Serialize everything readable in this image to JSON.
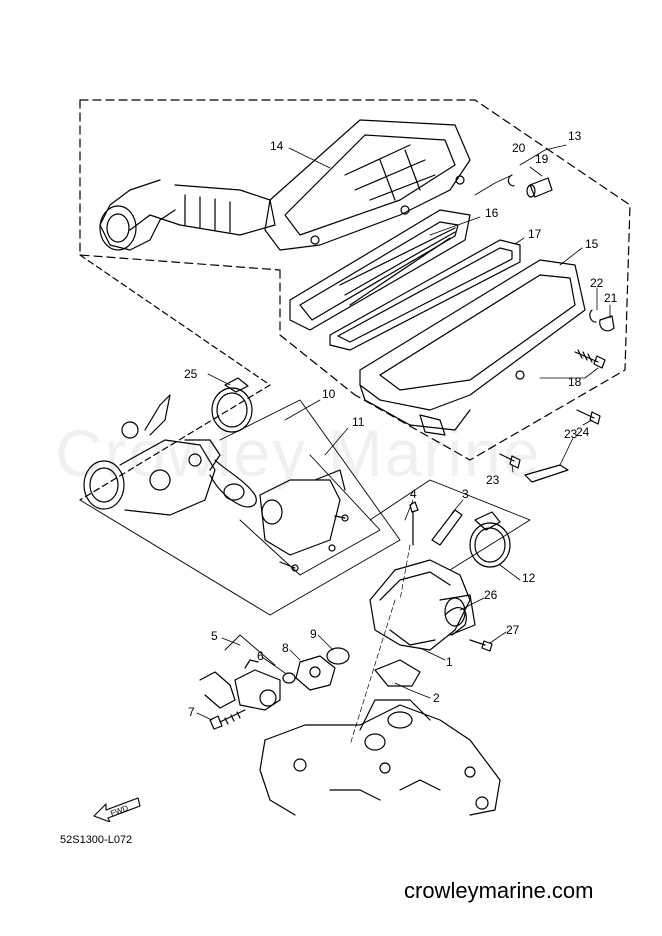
{
  "watermark": "Crowley Marine",
  "drawing_code": "52S1300-L072",
  "site": "crowleymarine.com",
  "fwd_label": "FWD",
  "callouts": [
    {
      "id": "1",
      "label": "1"
    },
    {
      "id": "2",
      "label": "2"
    },
    {
      "id": "3",
      "label": "3"
    },
    {
      "id": "4",
      "label": "4"
    },
    {
      "id": "5",
      "label": "5"
    },
    {
      "id": "6",
      "label": "6"
    },
    {
      "id": "7",
      "label": "7"
    },
    {
      "id": "8",
      "label": "8"
    },
    {
      "id": "9",
      "label": "9"
    },
    {
      "id": "10",
      "label": "10"
    },
    {
      "id": "11",
      "label": "11"
    },
    {
      "id": "12",
      "label": "12"
    },
    {
      "id": "13",
      "label": "13"
    },
    {
      "id": "14",
      "label": "14"
    },
    {
      "id": "15",
      "label": "15"
    },
    {
      "id": "16",
      "label": "16"
    },
    {
      "id": "17",
      "label": "17"
    },
    {
      "id": "18",
      "label": "18"
    },
    {
      "id": "19",
      "label": "19"
    },
    {
      "id": "20",
      "label": "20"
    },
    {
      "id": "21",
      "label": "21"
    },
    {
      "id": "22",
      "label": "22"
    },
    {
      "id": "23a",
      "label": "23"
    },
    {
      "id": "23b",
      "label": "23"
    },
    {
      "id": "24",
      "label": "24"
    },
    {
      "id": "25",
      "label": "25"
    },
    {
      "id": "26",
      "label": "26"
    },
    {
      "id": "27",
      "label": "27"
    }
  ],
  "colors": {
    "line": "#000000",
    "background": "#ffffff"
  }
}
